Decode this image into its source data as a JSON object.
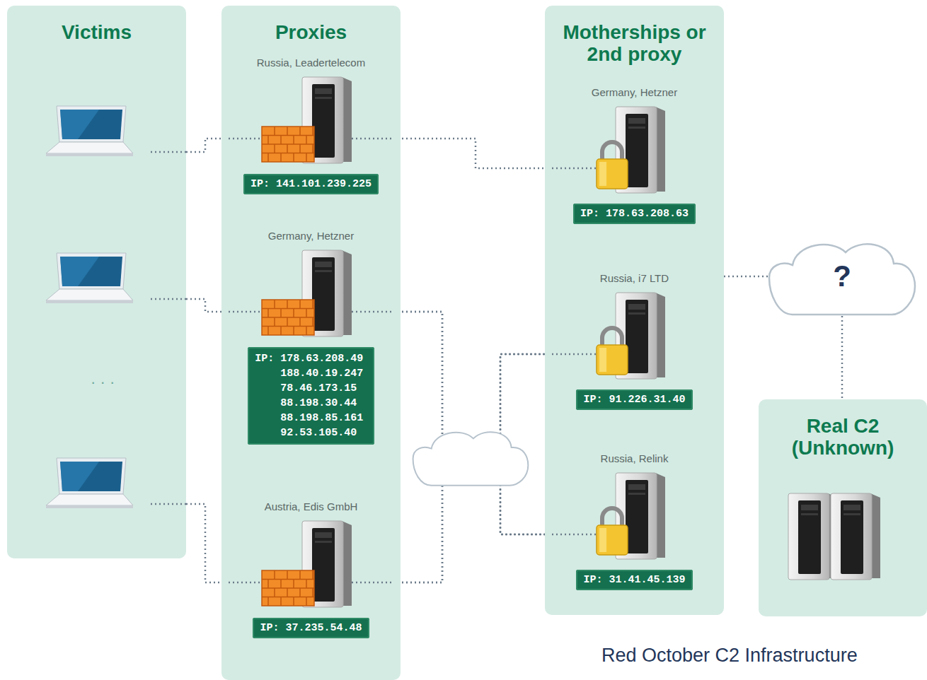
{
  "diagram": {
    "title": "Red October C2 Infrastructure",
    "nodes": [
      {
        "text": [
          "Victims"
        ]
      },
      {
        "text": [
          "Proxies"
        ]
      },
      {
        "text": [
          "Russia, Leadertelecom",
          "IP: 141.101.239.225"
        ],
        "in": 1
      },
      {
        "text": [
          "Germany, Hetzner",
          "IP: 178.63.208.49 188.40.19.247 78.46.173.15 88.198.30.44 88.198.85.161 92.53.105.40"
        ],
        "in": 1
      },
      {
        "text": [
          "Austria, Edis GmbH",
          "IP: 37.235.54.48"
        ],
        "in": 1
      },
      {
        "text": [
          "Motherships or 2nd proxy"
        ]
      },
      {
        "text": [
          "Germany, Hetzner",
          "IP: 178.63.208.63"
        ],
        "in": 5
      },
      {
        "text": [
          "Russia, i7 LTD",
          "IP: 91.226.31.40"
        ],
        "in": 5
      },
      {
        "text": [
          "Russia, Relink",
          "IP: 31.41.45.139"
        ],
        "in": 5
      },
      {
        "text": [
          "?"
        ]
      },
      {
        "text": [
          "Real C2 (Unknown)"
        ]
      }
    ],
    "edges": [
      {
        "from": 0,
        "to": 2,
        "arrow": "none"
      },
      {
        "from": 0,
        "to": 3,
        "arrow": "none"
      },
      {
        "from": 0,
        "to": 4,
        "arrow": "none"
      },
      {
        "from": 2,
        "to": 6,
        "arrow": "none"
      },
      {
        "from": 3,
        "to": 7,
        "arrow": "none"
      },
      {
        "from": 3,
        "to": 8,
        "arrow": "none"
      },
      {
        "from": 4,
        "to": 7,
        "arrow": "none"
      },
      {
        "from": 4,
        "to": 8,
        "arrow": "none"
      },
      {
        "from": 5,
        "to": 9,
        "arrow": "none"
      },
      {
        "from": 9,
        "to": 10,
        "arrow": "none"
      }
    ],
    "labels": [
      "· · ·"
    ]
  }
}
